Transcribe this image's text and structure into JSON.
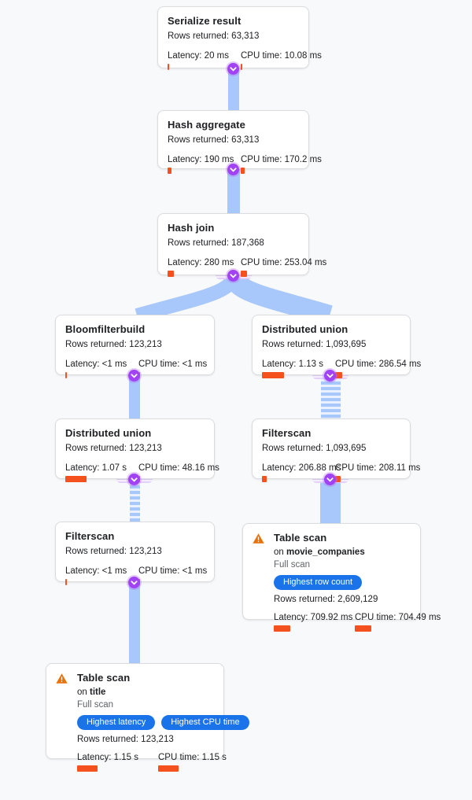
{
  "colors": {
    "background": "#f8f9fa",
    "card_border": "#dadce0",
    "edge_blue": "#a8c7fa",
    "bar_orange": "#f4511e",
    "badge_blue": "#1a73e8",
    "connector_purple": "#a142f4",
    "warning_orange": "#e8710a",
    "muted_text": "#5f6368",
    "text": "#202124"
  },
  "nodes": {
    "serialize_result": {
      "title": "Serialize result",
      "rows": "Rows returned: 63,313",
      "latency": "Latency: 20 ms",
      "cpu": "CPU time: 10.08 ms",
      "latency_bar": 2,
      "cpu_bar": 2
    },
    "hash_aggregate": {
      "title": "Hash aggregate",
      "rows": "Rows returned: 63,313",
      "latency": "Latency: 190 ms",
      "cpu": "CPU time: 170.2 ms",
      "latency_bar": 5,
      "cpu_bar": 5
    },
    "hash_join": {
      "title": "Hash join",
      "rows": "Rows returned: 187,368",
      "latency": "Latency: 280 ms",
      "cpu": "CPU time: 253.04 ms",
      "latency_bar": 8,
      "cpu_bar": 8
    },
    "bloomfilterbuild": {
      "title": "Bloomfilterbuild",
      "rows": "Rows returned: 123,213",
      "latency": "Latency: <1 ms",
      "cpu": "CPU time: <1 ms",
      "latency_bar": 2,
      "cpu_bar": 2
    },
    "distributed_union_right": {
      "title": "Distributed union",
      "rows": "Rows returned: 1,093,695",
      "latency": "Latency: 1.13 s",
      "cpu": "CPU time: 286.54 ms",
      "latency_bar": 28,
      "cpu_bar": 9
    },
    "distributed_union_left": {
      "title": "Distributed union",
      "rows": "Rows returned: 123,213",
      "latency": "Latency: 1.07 s",
      "cpu": "CPU time: 48.16 ms",
      "latency_bar": 27,
      "cpu_bar": 2
    },
    "filterscan_right": {
      "title": "Filterscan",
      "rows": "Rows returned: 1,093,695",
      "latency": "Latency: 206.88 ms",
      "cpu": "CPU time: 208.11 ms",
      "latency_bar": 6,
      "cpu_bar": 7
    },
    "filterscan_left": {
      "title": "Filterscan",
      "rows": "Rows returned: 123,213",
      "latency": "Latency: <1 ms",
      "cpu": "CPU time: <1 ms",
      "latency_bar": 2,
      "cpu_bar": 2
    },
    "table_scan_movie_companies": {
      "title": "Table scan",
      "on_prefix": "on",
      "table_name": "movie_companies",
      "scan_type": "Full scan",
      "badges": [
        "Highest row count"
      ],
      "rows": "Rows returned: 2,609,129",
      "latency": "Latency: 709.92 ms",
      "cpu": "CPU time: 704.49 ms",
      "latency_bar": 21,
      "cpu_bar": 21
    },
    "table_scan_title": {
      "title": "Table scan",
      "on_prefix": "on",
      "table_name": "title",
      "scan_type": "Full scan",
      "badges": [
        "Highest latency",
        "Highest CPU time"
      ],
      "rows": "Rows returned: 123,213",
      "latency": "Latency: 1.15 s",
      "cpu": "CPU time: 1.15 s",
      "latency_bar": 26,
      "cpu_bar": 26
    }
  }
}
